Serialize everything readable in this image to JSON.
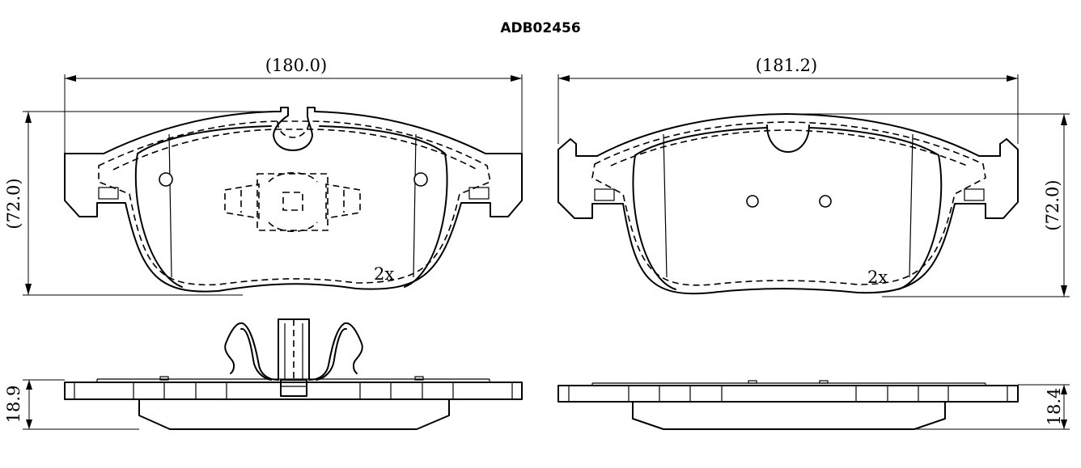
{
  "title": "ADB02456",
  "pad_left": {
    "width": "(180.0)",
    "height": "(72.0)",
    "quantity": "2x",
    "thickness": "18.9"
  },
  "pad_right": {
    "width": "(181.2)",
    "height": "(72.0)",
    "quantity": "2x",
    "thickness": "18.4"
  }
}
